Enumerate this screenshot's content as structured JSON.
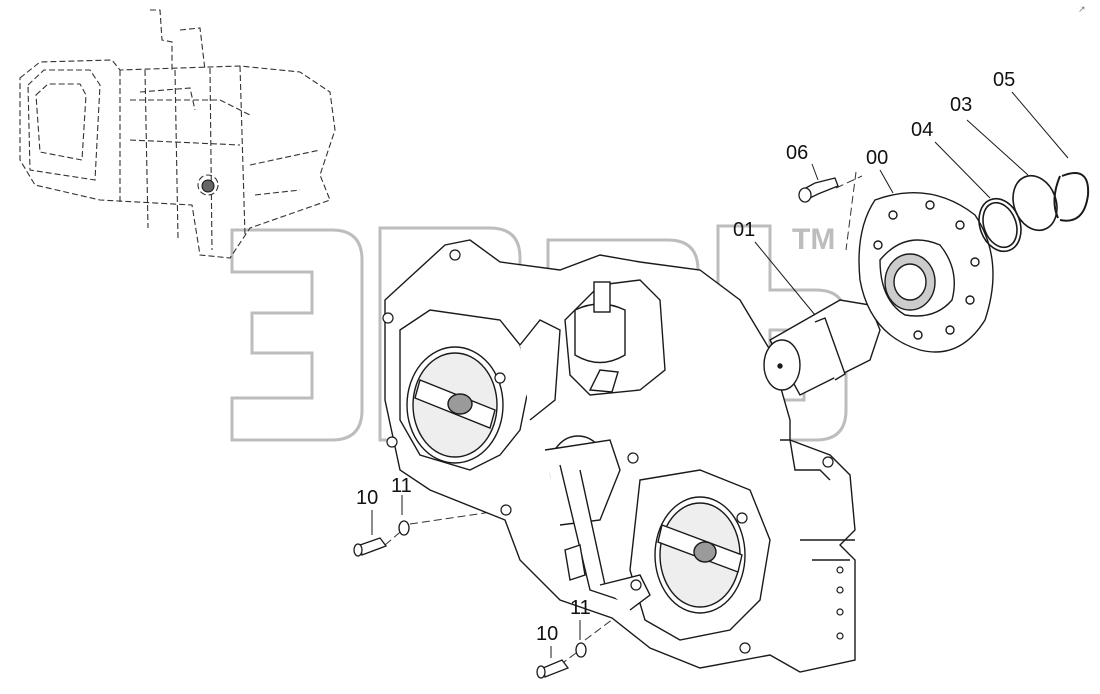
{
  "watermark": {
    "text": "эпаз",
    "trademark": "TM",
    "color": "#bdbdbd"
  },
  "corner_mark": "↗",
  "callouts": [
    {
      "id": "c00",
      "label": "00"
    },
    {
      "id": "c01",
      "label": "01"
    },
    {
      "id": "c03",
      "label": "03"
    },
    {
      "id": "c04",
      "label": "04"
    },
    {
      "id": "c05",
      "label": "05"
    },
    {
      "id": "c06",
      "label": "06"
    },
    {
      "id": "c10a",
      "label": "10"
    },
    {
      "id": "c11a",
      "label": "11"
    },
    {
      "id": "c10b",
      "label": "10"
    },
    {
      "id": "c11b",
      "label": "11"
    }
  ],
  "colors": {
    "line": "#1a1a1a",
    "dashed": "#333333",
    "fill": "#ffffff",
    "shade": "#9a9a9a"
  }
}
